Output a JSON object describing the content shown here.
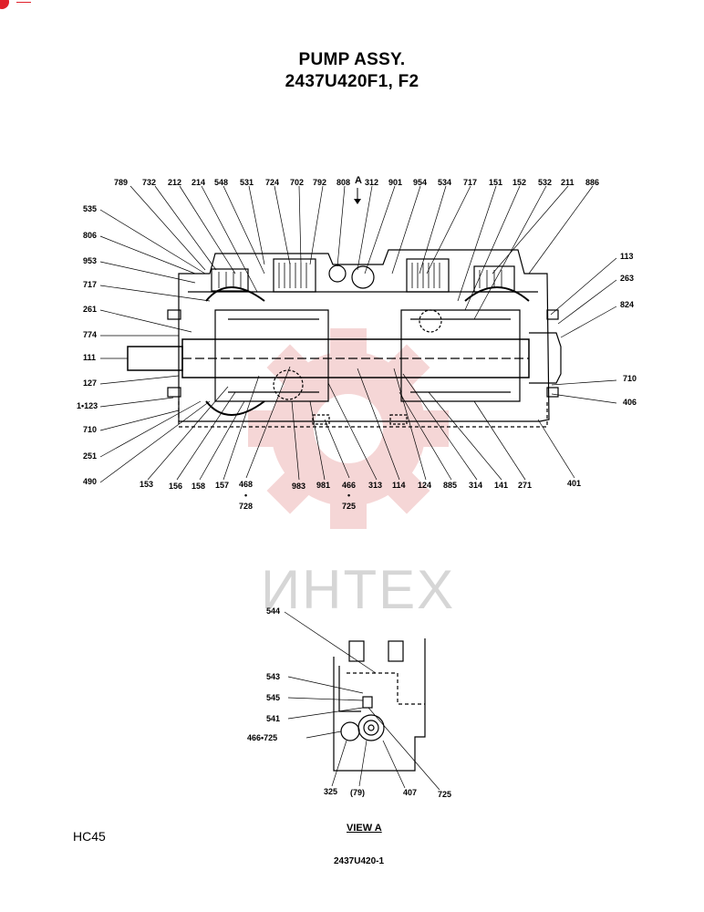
{
  "title": "PUMP ASSY.",
  "model": "2437U420F1, F2",
  "watermark": "ИНТЕХ",
  "footer": {
    "left_code": "HC45",
    "view_label": "VIEW A",
    "drawing_code": "2437U420-1"
  },
  "colors": {
    "watermark_red": "#f2c9c9",
    "marker_red": "#e0202a",
    "line": "#000000"
  },
  "main_view_labels": {
    "top": [
      "789",
      "732",
      "212",
      "214",
      "548",
      "531",
      "724",
      "702",
      "792",
      "808",
      "A",
      "312",
      "901",
      "954",
      "534",
      "717",
      "151",
      "152",
      "532",
      "211",
      "886"
    ],
    "left": [
      "535",
      "806",
      "953",
      "717",
      "261",
      "774",
      "111",
      "127",
      "1•123",
      "710",
      "251",
      "490"
    ],
    "right": [
      "113",
      "263",
      "824",
      "710",
      "406"
    ],
    "bottom": [
      "153",
      "156",
      "158",
      "157",
      "468",
      "983",
      "981",
      "466",
      "313",
      "114",
      "124",
      "885",
      "314",
      "141",
      "271",
      "401"
    ],
    "sub": [
      "728",
      "725"
    ]
  },
  "view_a_labels": {
    "left": [
      "544",
      "543",
      "545",
      "541",
      "466•725"
    ],
    "bottom": [
      "325",
      "(79)",
      "407",
      "725"
    ]
  }
}
